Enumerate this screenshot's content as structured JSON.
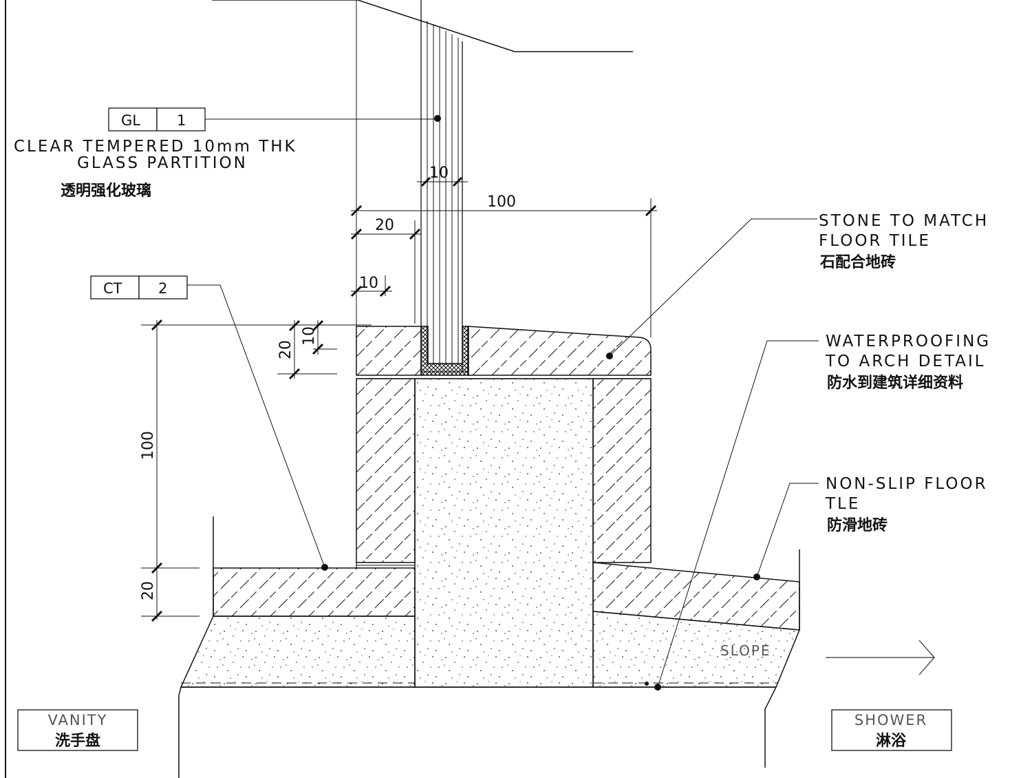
{
  "tags": {
    "gl": {
      "code": "GL",
      "num": "1"
    },
    "ct": {
      "code": "CT",
      "num": "2"
    }
  },
  "notes": {
    "glass_line1": "CLEAR TEMPERED 10mm THK",
    "glass_line2": "GLASS PARTITION",
    "glass_cn": "透明强化玻璃",
    "stone_line1": "STONE TO MATCH",
    "stone_line2": "FLOOR TILE",
    "stone_cn": "石配合地砖",
    "wp_line1": "WATERPROOFING",
    "wp_line2": "TO ARCH DETAIL",
    "wp_cn": "防水到建筑详细资料",
    "tile_line1": "NON-SLIP FLOOR",
    "tile_line2": "TLE",
    "tile_cn": "防滑地砖",
    "slope": "SLOPE"
  },
  "dimensions": {
    "glass_thk": "10",
    "width_total": "100",
    "offset_20": "20",
    "offset_10": "10",
    "stone_20": "20",
    "stone_10": "10",
    "height_100": "100",
    "floor_20": "20"
  },
  "rooms": {
    "vanity_en": "VANITY",
    "vanity_cn": "洗手盘",
    "shower_en": "SHOWER",
    "shower_cn": "淋浴"
  },
  "colors": {
    "line": "#111111",
    "hatch": "#333333",
    "grey_text": "#555555"
  }
}
